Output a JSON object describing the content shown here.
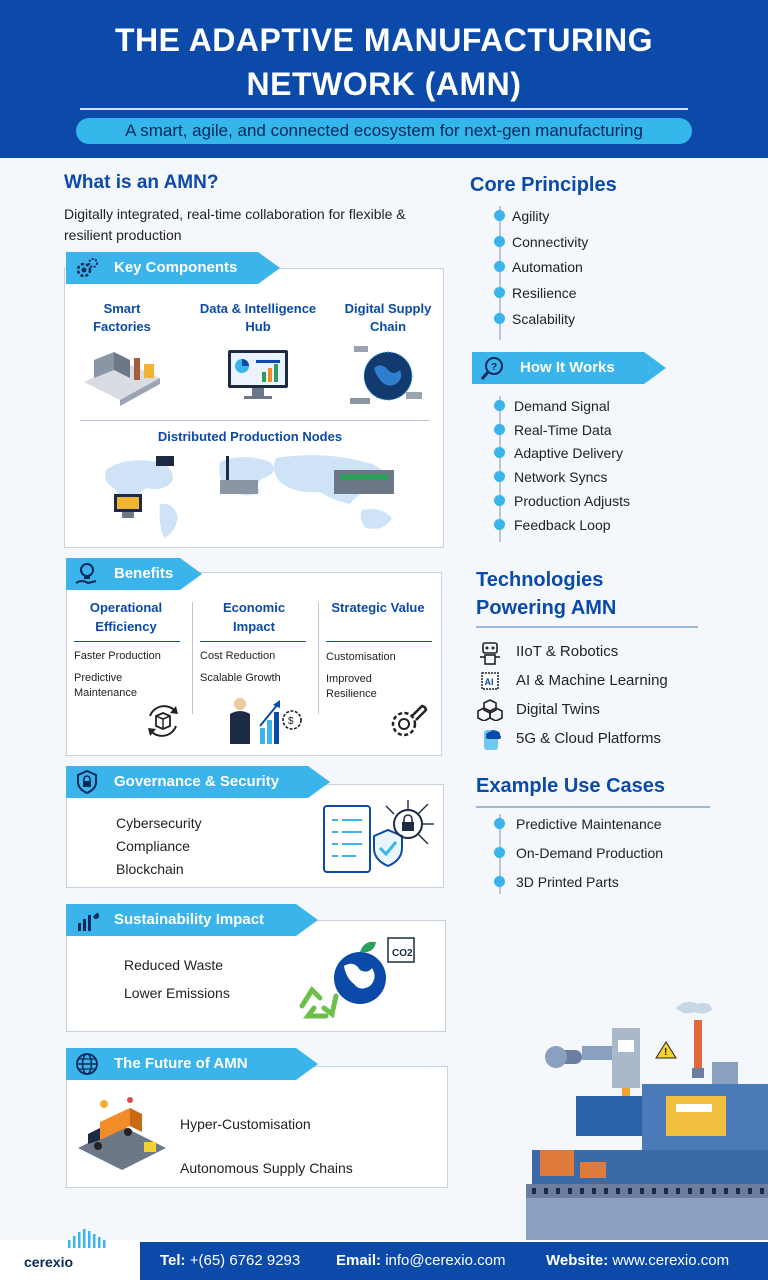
{
  "header": {
    "title_line1": "THE ADAPTIVE MANUFACTURING",
    "title_line2": "NETWORK (AMN)",
    "tagline": "A smart, agile, and connected ecosystem for next-gen manufacturing"
  },
  "what": {
    "title": "What is an AMN?",
    "text": "Digitally integrated, real-time collaboration for flexible & resilient production"
  },
  "key_components": {
    "title": "Key Components",
    "items": [
      "Smart Factories",
      "Data & Intelligence Hub",
      "Digital Supply Chain"
    ],
    "nodes_title": "Distributed Production Nodes"
  },
  "benefits": {
    "title": "Benefits",
    "columns": [
      {
        "title": "Operational Efficiency",
        "items": [
          "Faster Production",
          "Predictive Maintenance"
        ]
      },
      {
        "title": "Economic Impact",
        "items": [
          "Cost Reduction",
          "Scalable Growth"
        ]
      },
      {
        "title": "Strategic Value",
        "items": [
          "Customisation",
          "Improved Resilience"
        ]
      }
    ]
  },
  "governance": {
    "title": "Governance & Security",
    "items": [
      "Cybersecurity",
      "Compliance",
      "Blockchain"
    ]
  },
  "sustainability": {
    "title": "Sustainability Impact",
    "items": [
      "Reduced Waste",
      "Lower Emissions"
    ],
    "co2_label": "CO2"
  },
  "future": {
    "title": "The Future of AMN",
    "items": [
      "Hyper-Customisation",
      "Autonomous Supply Chains"
    ]
  },
  "core_principles": {
    "title": "Core Principles",
    "items": [
      "Agility",
      "Connectivity",
      "Automation",
      "Resilience",
      "Scalability"
    ]
  },
  "how_it_works": {
    "title": "How It Works",
    "items": [
      "Demand Signal",
      "Real-Time Data",
      "Adaptive Delivery",
      "Network Syncs",
      "Production Adjusts",
      "Feedback Loop"
    ]
  },
  "technologies": {
    "title_line1": "Technologies",
    "title_line2": "Powering AMN",
    "items": [
      {
        "label": "IIoT & Robotics",
        "icon": "robot-icon"
      },
      {
        "label": "AI & Machine Learning",
        "icon": "ai-chip-icon"
      },
      {
        "label": "Digital Twins",
        "icon": "digital-twin-icon"
      },
      {
        "label": "5G & Cloud Platforms",
        "icon": "cloud-phone-icon"
      }
    ],
    "ai_chip_label": "AI"
  },
  "use_cases": {
    "title": "Example Use Cases",
    "items": [
      "Predictive Maintenance",
      "On-Demand Production",
      "3D Printed Parts"
    ]
  },
  "footer": {
    "brand": "cerexio",
    "tel_label": "Tel:",
    "tel": "+(65) 6762 9293",
    "email_label": "Email:",
    "email": "info@cerexio.com",
    "website_label": "Website:",
    "website": "www.cerexio.com"
  },
  "colors": {
    "primary": "#0b4aa8",
    "accent": "#3ab4ea",
    "background": "#f4f7fb"
  }
}
